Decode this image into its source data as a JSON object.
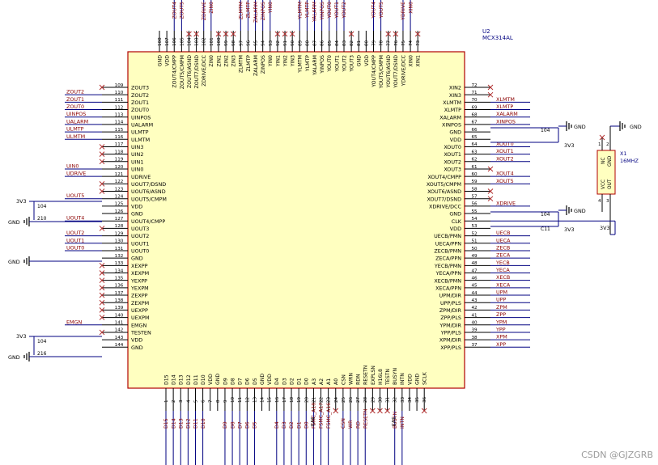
{
  "chip": {
    "ref": "U2",
    "part": "MCX314AL",
    "fill": "#ffffc0",
    "stroke": "#b00000",
    "pin_color": "#000000",
    "wire_color": "#000080",
    "net_color": "#8b0000",
    "label_color": "#000080",
    "nc_color": "#b03030"
  },
  "left_pins": [
    {
      "num": "109",
      "name": "ZOUT3",
      "net": ""
    },
    {
      "num": "110",
      "name": "ZOUT2",
      "net": "ZOUT2"
    },
    {
      "num": "111",
      "name": "ZOUT1",
      "net": "ZOUT1"
    },
    {
      "num": "112",
      "name": "ZOUT0",
      "net": "ZOUT0"
    },
    {
      "num": "113",
      "name": "UINPOS",
      "net": "UINPOS"
    },
    {
      "num": "114",
      "name": "UALARM",
      "net": "UALARM"
    },
    {
      "num": "115",
      "name": "ULMTP",
      "net": "ULMTP"
    },
    {
      "num": "116",
      "name": "ULMTM",
      "net": "ULMTM"
    },
    {
      "num": "117",
      "name": "UIN3",
      "net": ""
    },
    {
      "num": "118",
      "name": "UIN2",
      "net": ""
    },
    {
      "num": "119",
      "name": "UIN1",
      "net": ""
    },
    {
      "num": "120",
      "name": "UIN0",
      "net": "UIN0"
    },
    {
      "num": "121",
      "name": "UDRIVE",
      "net": "UDRIVE"
    },
    {
      "num": "122",
      "name": "UOUT7/DSND",
      "net": ""
    },
    {
      "num": "123",
      "name": "UOUT6/ASND",
      "net": ""
    },
    {
      "num": "124",
      "name": "UOUT5/CMPM",
      "net": "UOUT5"
    },
    {
      "num": "125",
      "name": "VDD",
      "net": ""
    },
    {
      "num": "126",
      "name": "GND",
      "net": ""
    },
    {
      "num": "127",
      "name": "UOUT4/CMPP",
      "net": "UOUT4"
    },
    {
      "num": "128",
      "name": "UOUT3",
      "net": ""
    },
    {
      "num": "129",
      "name": "UOUT2",
      "net": "UOUT2"
    },
    {
      "num": "130",
      "name": "UOUT1",
      "net": "UOUT1"
    },
    {
      "num": "131",
      "name": "UOUT0",
      "net": "UOUT0"
    },
    {
      "num": "132",
      "name": "GND",
      "net": ""
    },
    {
      "num": "133",
      "name": "XEXPP",
      "net": ""
    },
    {
      "num": "134",
      "name": "XEXPM",
      "net": ""
    },
    {
      "num": "135",
      "name": "YEXPP",
      "net": ""
    },
    {
      "num": "136",
      "name": "YEXPM",
      "net": ""
    },
    {
      "num": "137",
      "name": "ZEXPP",
      "net": ""
    },
    {
      "num": "138",
      "name": "ZEXPM",
      "net": ""
    },
    {
      "num": "139",
      "name": "UEXPP",
      "net": ""
    },
    {
      "num": "140",
      "name": "UEXPM",
      "net": ""
    },
    {
      "num": "141",
      "name": "EMGN",
      "net": "EMGN"
    },
    {
      "num": "142",
      "name": "TESTEN",
      "net": ""
    },
    {
      "num": "143",
      "name": "VDD",
      "net": ""
    },
    {
      "num": "144",
      "name": "GND",
      "net": ""
    }
  ],
  "right_pins": [
    {
      "num": "72",
      "name": "XIN2",
      "net": ""
    },
    {
      "num": "71",
      "name": "XIN3",
      "net": ""
    },
    {
      "num": "70",
      "name": "XLMTM",
      "net": "XLMTM"
    },
    {
      "num": "69",
      "name": "XLMTP",
      "net": "XLMTP"
    },
    {
      "num": "68",
      "name": "XALARM",
      "net": "XALARM"
    },
    {
      "num": "67",
      "name": "XINPOS",
      "net": "XINPOS"
    },
    {
      "num": "66",
      "name": "GND",
      "net": ""
    },
    {
      "num": "65",
      "name": "VDD",
      "net": ""
    },
    {
      "num": "64",
      "name": "XOUT0",
      "net": "XOUT0"
    },
    {
      "num": "63",
      "name": "XOUT1",
      "net": "XOUT1"
    },
    {
      "num": "62",
      "name": "XOUT2",
      "net": "XOUT2"
    },
    {
      "num": "61",
      "name": "XOUT3",
      "net": ""
    },
    {
      "num": "60",
      "name": "XOUT4/CMPP",
      "net": "XOUT4"
    },
    {
      "num": "59",
      "name": "XOUT5/CMPM",
      "net": "XOUT5"
    },
    {
      "num": "58",
      "name": "XOUT6/ASND",
      "net": ""
    },
    {
      "num": "57",
      "name": "XOUT7/DSND",
      "net": ""
    },
    {
      "num": "56",
      "name": "XDRIVE/DCC",
      "net": "XDRIVE"
    },
    {
      "num": "55",
      "name": "GND",
      "net": ""
    },
    {
      "num": "54",
      "name": "CLK",
      "net": ""
    },
    {
      "num": "53",
      "name": "VDD",
      "net": ""
    },
    {
      "num": "52",
      "name": "UECB/PMN",
      "net": "UECB"
    },
    {
      "num": "51",
      "name": "UECA/PPN",
      "net": "UECA"
    },
    {
      "num": "50",
      "name": "ZECB/PMN",
      "net": "ZECB"
    },
    {
      "num": "49",
      "name": "ZECA/PPN",
      "net": "ZECA"
    },
    {
      "num": "48",
      "name": "YECB/PMN",
      "net": "YECB"
    },
    {
      "num": "47",
      "name": "YECA/PPN",
      "net": "YECA"
    },
    {
      "num": "46",
      "name": "XECB/PMN",
      "net": "XECB"
    },
    {
      "num": "45",
      "name": "XECA/PPN",
      "net": "XECA"
    },
    {
      "num": "44",
      "name": "UPM/DIR",
      "net": "UPM"
    },
    {
      "num": "43",
      "name": "UPP/PLS",
      "net": "UPP"
    },
    {
      "num": "42",
      "name": "ZPM/DIR",
      "net": "ZPM"
    },
    {
      "num": "41",
      "name": "ZPP/PLS",
      "net": "ZPP"
    },
    {
      "num": "40",
      "name": "YPM/DIR",
      "net": "YPM"
    },
    {
      "num": "39",
      "name": "YPP/PLS",
      "net": "YPP"
    },
    {
      "num": "38",
      "name": "XPM/DIR",
      "net": "XPM"
    },
    {
      "num": "37",
      "name": "XPP/PLS",
      "net": "XPP"
    }
  ],
  "top_pins": [
    {
      "num": "108",
      "name": "GND",
      "net": ""
    },
    {
      "num": "107",
      "name": "VDD",
      "net": ""
    },
    {
      "num": "106",
      "name": "ZOUT4/CMPP",
      "net": "ZOUT4"
    },
    {
      "num": "105",
      "name": "ZOUT5/CMPM",
      "net": "ZOUT5"
    },
    {
      "num": "104",
      "name": "ZOUT6/ASND",
      "net": ""
    },
    {
      "num": "103",
      "name": "ZOUT7/DSND",
      "net": ""
    },
    {
      "num": "102",
      "name": "ZDRIVE/DCC",
      "net": "ZDRIVE"
    },
    {
      "num": "101",
      "name": "ZIN0",
      "net": "ZIN0"
    },
    {
      "num": "100",
      "name": "ZIN1",
      "net": ""
    },
    {
      "num": "99",
      "name": "ZIN2",
      "net": ""
    },
    {
      "num": "98",
      "name": "ZIN3",
      "net": ""
    },
    {
      "num": "97",
      "name": "ZLMTM",
      "net": "ZLMTM"
    },
    {
      "num": "96",
      "name": "ZLMTP",
      "net": "ZLMTP"
    },
    {
      "num": "95",
      "name": "ZALARM",
      "net": "ZALARM"
    },
    {
      "num": "94",
      "name": "ZINPOS",
      "net": "ZINPOS"
    },
    {
      "num": "93",
      "name": "YIN0",
      "net": "YIN0"
    },
    {
      "num": "92",
      "name": "YIN1",
      "net": ""
    },
    {
      "num": "91",
      "name": "YIN2",
      "net": ""
    },
    {
      "num": "90",
      "name": "YIN3",
      "net": ""
    },
    {
      "num": "89",
      "name": "YLMTM",
      "net": "YLMTM"
    },
    {
      "num": "88",
      "name": "YLMTP",
      "net": "YLMTP"
    },
    {
      "num": "87",
      "name": "YALARM",
      "net": "YALARM"
    },
    {
      "num": "86",
      "name": "YINPOS",
      "net": "YINPOS"
    },
    {
      "num": "85",
      "name": "YOUT0",
      "net": "YOUT0"
    },
    {
      "num": "84",
      "name": "YOUT1",
      "net": "YOUT1"
    },
    {
      "num": "83",
      "name": "YOUT2",
      "net": "YOUT2"
    },
    {
      "num": "82",
      "name": "YOUT3",
      "net": ""
    },
    {
      "num": "81",
      "name": "GND",
      "net": ""
    },
    {
      "num": "80",
      "name": "VDD",
      "net": ""
    },
    {
      "num": "79",
      "name": "YOUT4/CMPP",
      "net": "YOUT4"
    },
    {
      "num": "78",
      "name": "YOUT5/CMPM",
      "net": "YOUT5"
    },
    {
      "num": "77",
      "name": "YOUT6/ASND",
      "net": ""
    },
    {
      "num": "76",
      "name": "YOUT7/DSND",
      "net": ""
    },
    {
      "num": "75",
      "name": "YDRIVE/DCC",
      "net": "YDRIVE"
    },
    {
      "num": "74",
      "name": "XIN0",
      "net": "XIN0"
    },
    {
      "num": "73",
      "name": "XIN1",
      "net": ""
    }
  ],
  "bottom_pins": [
    {
      "num": "1",
      "name": "D15",
      "net": "D15"
    },
    {
      "num": "2",
      "name": "D14",
      "net": "D14"
    },
    {
      "num": "3",
      "name": "D13",
      "net": "D13"
    },
    {
      "num": "4",
      "name": "D12",
      "net": "D12"
    },
    {
      "num": "5",
      "name": "D11",
      "net": "D11"
    },
    {
      "num": "6",
      "name": "D10",
      "net": "D10"
    },
    {
      "num": "7",
      "name": "VDD",
      "net": ""
    },
    {
      "num": "8",
      "name": "GND",
      "net": ""
    },
    {
      "num": "9",
      "name": "D9",
      "net": "D9"
    },
    {
      "num": "10",
      "name": "D8",
      "net": "D8"
    },
    {
      "num": "11",
      "name": "D7",
      "net": "D7"
    },
    {
      "num": "12",
      "name": "D6",
      "net": "D6"
    },
    {
      "num": "13",
      "name": "D5",
      "net": "D5"
    },
    {
      "num": "14",
      "name": "GND",
      "net": ""
    },
    {
      "num": "15",
      "name": "VDD",
      "net": ""
    },
    {
      "num": "16",
      "name": "D4",
      "net": "D4"
    },
    {
      "num": "17",
      "name": "D3",
      "net": "D3"
    },
    {
      "num": "18",
      "name": "D2",
      "net": "D2"
    },
    {
      "num": "19",
      "name": "D1",
      "net": "D1"
    },
    {
      "num": "20",
      "name": "D0",
      "net": "D0"
    },
    {
      "num": "21",
      "name": "A3",
      "net": "FSMC_A18"
    },
    {
      "num": "22",
      "name": "A2",
      "net": "FSMC_A17"
    },
    {
      "num": "23",
      "name": "A1",
      "net": "FSMC_A16"
    },
    {
      "num": "24",
      "name": "A0",
      "net": ""
    },
    {
      "num": "25",
      "name": "CSN",
      "net": "CSN"
    },
    {
      "num": "26",
      "name": "WRN",
      "net": "WR"
    },
    {
      "num": "27",
      "name": "RDN",
      "net": "RD"
    },
    {
      "num": "28",
      "name": "RESETN",
      "net": "RESETN"
    },
    {
      "num": "29",
      "name": "EXPLSN",
      "net": ""
    },
    {
      "num": "30",
      "name": "H16L8",
      "net": ""
    },
    {
      "num": "31",
      "name": "TESTN",
      "net": ""
    },
    {
      "num": "32",
      "name": "BUSYN",
      "net": "BUSYN"
    },
    {
      "num": "33",
      "name": "INTN",
      "net": "INTN"
    },
    {
      "num": "34",
      "name": "VDD",
      "net": ""
    },
    {
      "num": "35",
      "name": "GND",
      "net": ""
    },
    {
      "num": "36",
      "name": "SCLK",
      "net": ""
    }
  ],
  "power": {
    "vcc": "3V3",
    "gnd": "GND"
  },
  "caps": {
    "c104": "104",
    "c210": "210",
    "c216": "216",
    "c211": "C11"
  },
  "crystal": {
    "ref": "X1",
    "freq": "16MHZ",
    "pin_nc": "NC",
    "pin_gnd": "GND",
    "pin_vcc": "VCC",
    "pin_out": "OUT",
    "n1": "1",
    "n2": "2",
    "n3": "3",
    "n4": "4"
  },
  "watermark": "CSDN @GJZGRB"
}
